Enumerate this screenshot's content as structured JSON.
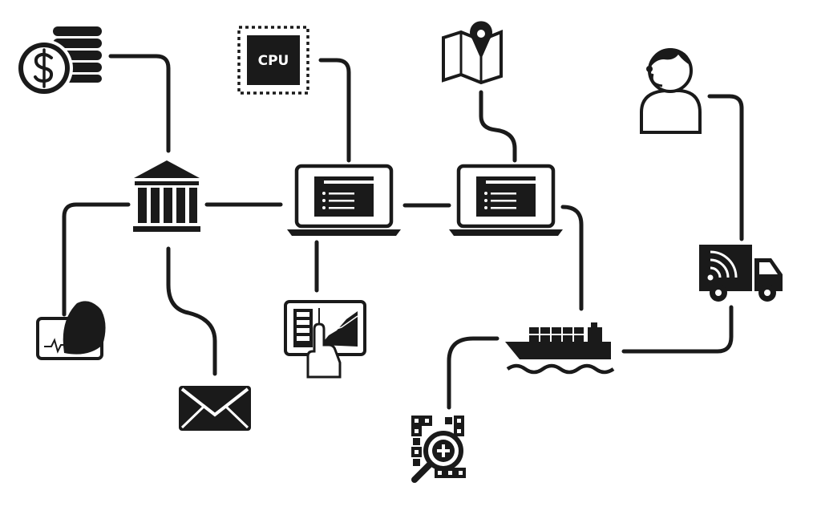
{
  "colors": {
    "ink": "#1a1a1a",
    "background": "#ffffff"
  },
  "nodes": [
    {
      "id": "coins",
      "icon": "dollar-coins-icon"
    },
    {
      "id": "cpu",
      "icon": "cpu-chip-icon",
      "label": "CPU"
    },
    {
      "id": "map",
      "icon": "map-pin-icon"
    },
    {
      "id": "agent",
      "icon": "support-agent-icon"
    },
    {
      "id": "bank",
      "icon": "bank-icon"
    },
    {
      "id": "laptop-1",
      "icon": "laptop-icon"
    },
    {
      "id": "laptop-2",
      "icon": "laptop-icon"
    },
    {
      "id": "truck",
      "icon": "delivery-truck-icon"
    },
    {
      "id": "payment",
      "icon": "card-payment-icon"
    },
    {
      "id": "touch",
      "icon": "touch-tablet-chart-icon"
    },
    {
      "id": "ship",
      "icon": "cargo-ship-icon"
    },
    {
      "id": "mail",
      "icon": "envelope-icon"
    },
    {
      "id": "search",
      "icon": "grid-search-icon"
    }
  ],
  "links": [
    [
      "coins",
      "bank"
    ],
    [
      "bank",
      "laptop-1"
    ],
    [
      "bank",
      "payment"
    ],
    [
      "bank",
      "mail"
    ],
    [
      "cpu",
      "laptop-1"
    ],
    [
      "laptop-1",
      "laptop-2"
    ],
    [
      "laptop-1",
      "touch"
    ],
    [
      "map",
      "laptop-2"
    ],
    [
      "laptop-2",
      "ship"
    ],
    [
      "ship",
      "search"
    ],
    [
      "ship",
      "truck"
    ],
    [
      "truck",
      "agent"
    ]
  ]
}
